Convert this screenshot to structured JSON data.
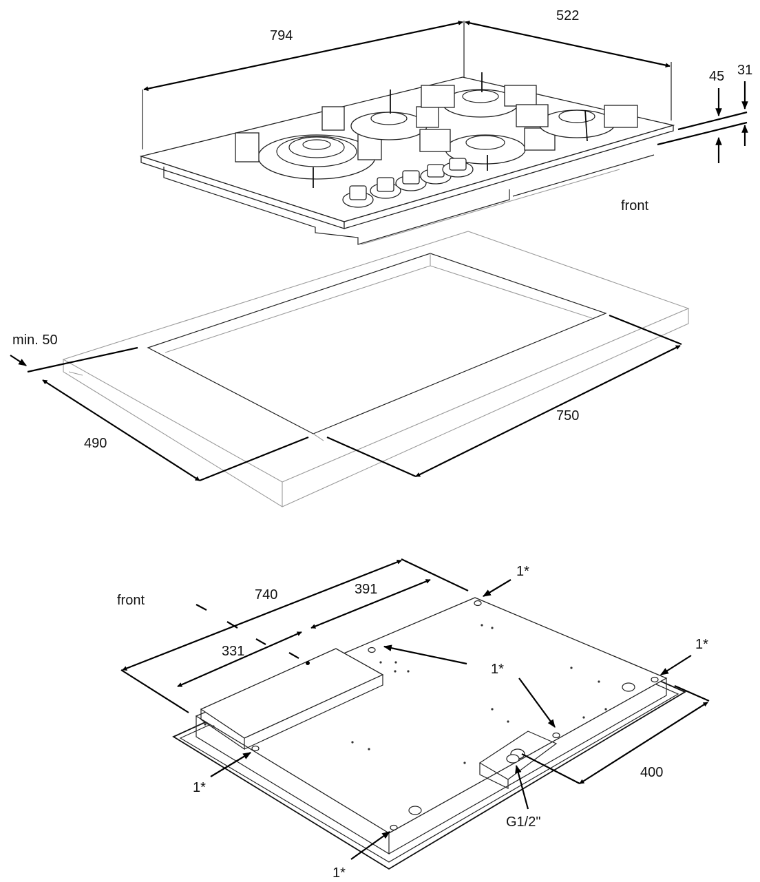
{
  "hob": {
    "width_label": "794",
    "depth_label": "522",
    "height_label": "45",
    "glass_label": "31",
    "front_label": "front"
  },
  "cutout": {
    "min_label": "min. 50",
    "depth_label": "490",
    "width_label": "750"
  },
  "bottom": {
    "front_label": "front",
    "overall_label": "740",
    "right_offset_label": "391",
    "left_offset_label": "331",
    "side_label": "400",
    "gas_label": "G1/2\"",
    "fixing_label": "1*"
  }
}
